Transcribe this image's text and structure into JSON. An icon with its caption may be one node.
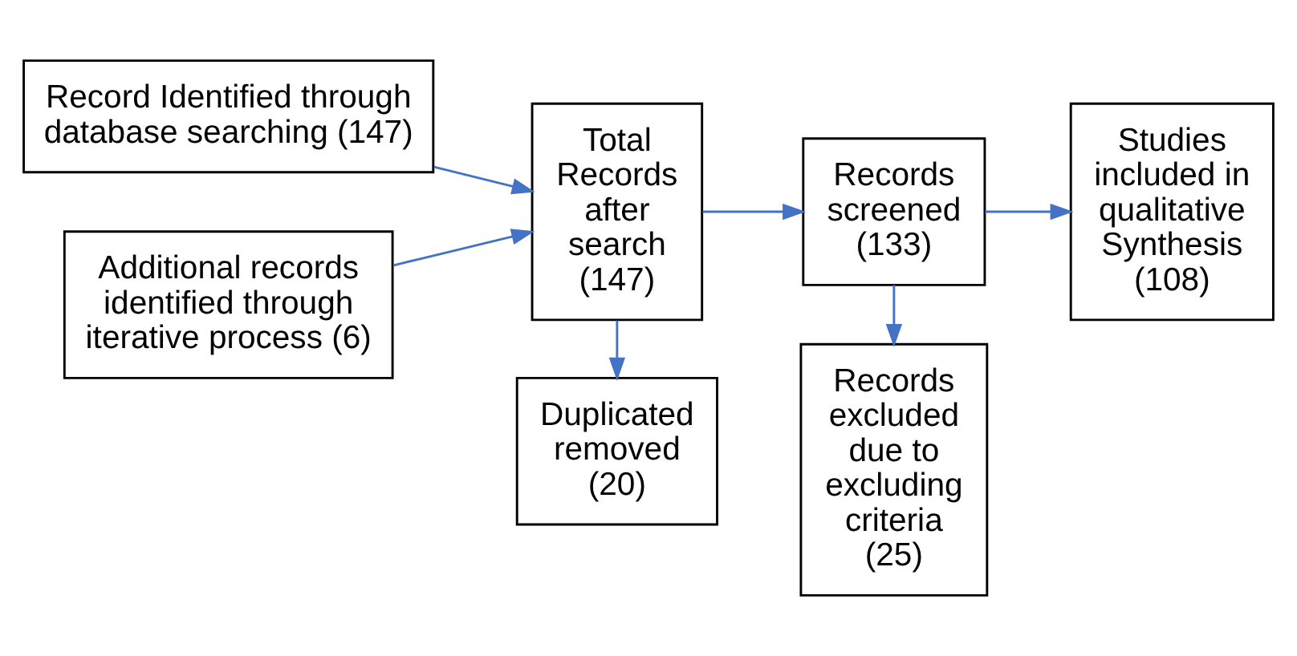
{
  "diagram": {
    "nodes": [
      {
        "text": [
          "Record Identified through database searching (147)"
        ]
      },
      {
        "text": [
          "Additional records identified through iterative process (6)"
        ]
      },
      {
        "text": [
          "Total Records after search (147)"
        ]
      },
      {
        "text": [
          "Records screened (133)"
        ]
      },
      {
        "text": [
          "Studies included in qualitative Synthesis (108)"
        ]
      },
      {
        "text": [
          "Duplicated removed (20)"
        ]
      },
      {
        "text": [
          "Records excluded due to excluding criteria (25)"
        ]
      }
    ],
    "edges": [
      {
        "from": 0,
        "to": 2,
        "arrow": "to"
      },
      {
        "from": 1,
        "to": 2,
        "arrow": "to"
      },
      {
        "from": 2,
        "to": 3,
        "arrow": "to"
      },
      {
        "from": 3,
        "to": 4,
        "arrow": "to"
      },
      {
        "from": 2,
        "to": 5,
        "arrow": "to"
      },
      {
        "from": 3,
        "to": 6,
        "arrow": "to"
      }
    ]
  }
}
